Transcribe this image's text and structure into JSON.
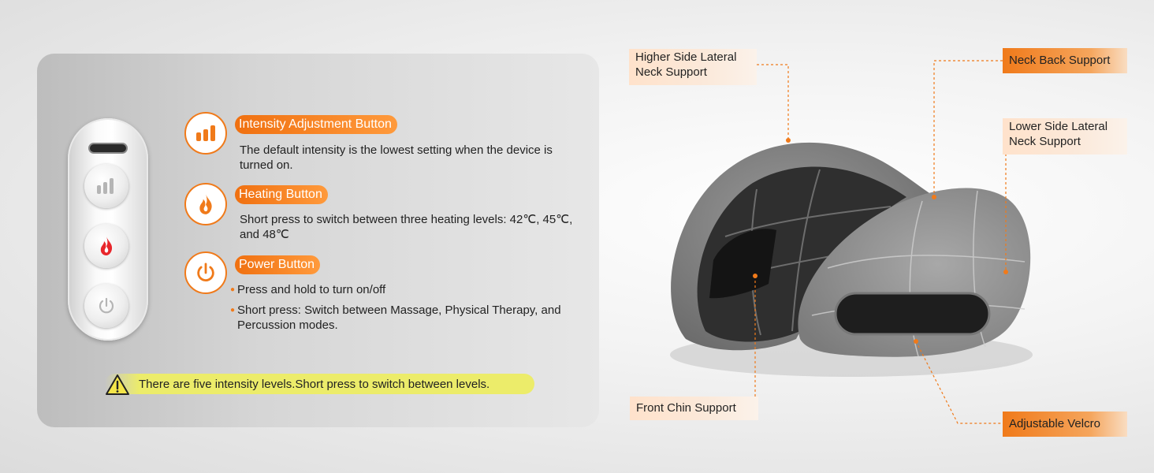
{
  "controls": {
    "features": [
      {
        "title": "Intensity Adjustment Button",
        "icon": "bar-signal-icon",
        "description": "The default intensity is the lowest setting when the device is turned on."
      },
      {
        "title": "Heating Button",
        "icon": "flame-icon",
        "description": "Short press to switch between three heating levels: 42℃, 45℃, and 48℃"
      },
      {
        "title": "Power Button",
        "icon": "power-icon",
        "bullets": [
          "Press and hold to turn on/off",
          "Short press: Switch between Massage, Physical Therapy, and Percussion modes."
        ]
      }
    ],
    "tip": "There are five intensity levels.Short press to switch between levels."
  },
  "callouts": {
    "higher_side": "Higher Side Lateral Neck Support",
    "neck_back": "Neck Back Support",
    "lower_side": "Lower Side Lateral Neck Support",
    "front_chin": "Front Chin Support",
    "velcro": "Adjustable Velcro"
  },
  "colors": {
    "accent": "#f07a1a",
    "tip_highlight": "#ecec6a",
    "flame": "#e8262b"
  }
}
